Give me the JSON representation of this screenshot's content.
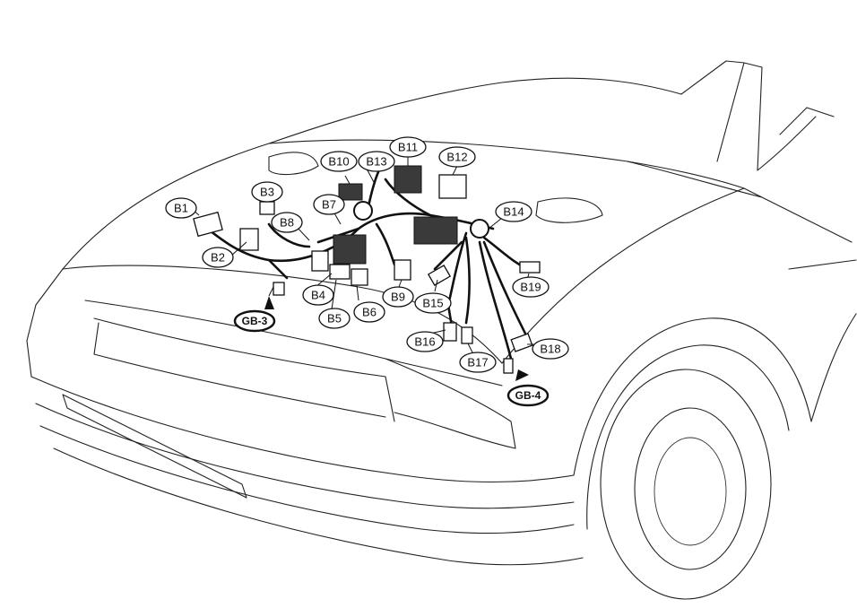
{
  "diagram": {
    "connector_labels": [
      "B1",
      "B2",
      "B3",
      "B4",
      "B5",
      "B6",
      "B7",
      "B8",
      "B9",
      "B10",
      "B11",
      "B12",
      "B13",
      "B14",
      "B15",
      "B16",
      "B17",
      "B18",
      "B19"
    ],
    "ground_labels": [
      "GB-3",
      "GB-4"
    ],
    "highlight": {
      "label": "B4",
      "color": "#22cc22"
    }
  }
}
